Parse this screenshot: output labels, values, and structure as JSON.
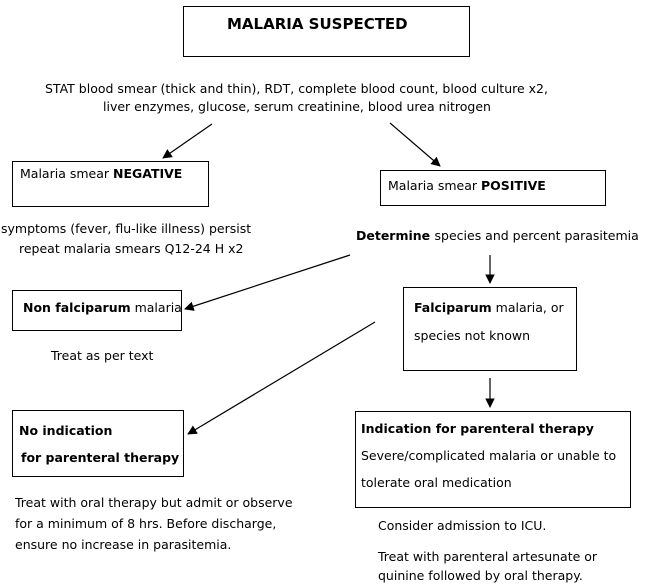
{
  "start": {
    "title": "MALARIA SUSPECTED"
  },
  "workup": {
    "line1": "STAT blood smear (thick and thin), RDT, complete blood count, blood culture x2,",
    "line2": "liver enzymes, glucose, serum creatinine, blood urea nitrogen"
  },
  "negative": {
    "prefix": "Malaria smear ",
    "bold": "NEGATIVE",
    "note1": "symptoms (fever, flu-like illness) persist",
    "note2": "repeat malaria smears Q12-24 H x2"
  },
  "positive": {
    "prefix": "Malaria smear ",
    "bold": "POSITIVE",
    "determine_bold": "Determine ",
    "determine_rest": "species and percent parasitemia"
  },
  "non_falciparum": {
    "bold": "Non falciparum",
    "rest": " malaria",
    "treat": "Treat as per text"
  },
  "falciparum": {
    "bold": "Falciparum",
    "rest": " malaria, or",
    "line2": "species not known"
  },
  "no_indication": {
    "line1": "No indication",
    "line2": "for parenteral therapy",
    "treat1": "Treat with oral therapy but admit or observe",
    "treat2": "for a minimum of 8 hrs. Before discharge,",
    "treat3": "ensure no increase in parasitemia."
  },
  "indication": {
    "title": "Indication for parenteral therapy",
    "line2": "Severe/complicated malaria or unable to",
    "line3": "tolerate oral medication",
    "note1": "Consider admission to ICU.",
    "note2": "Treat with parenteral artesunate or",
    "note3": "quinine followed by oral therapy."
  }
}
